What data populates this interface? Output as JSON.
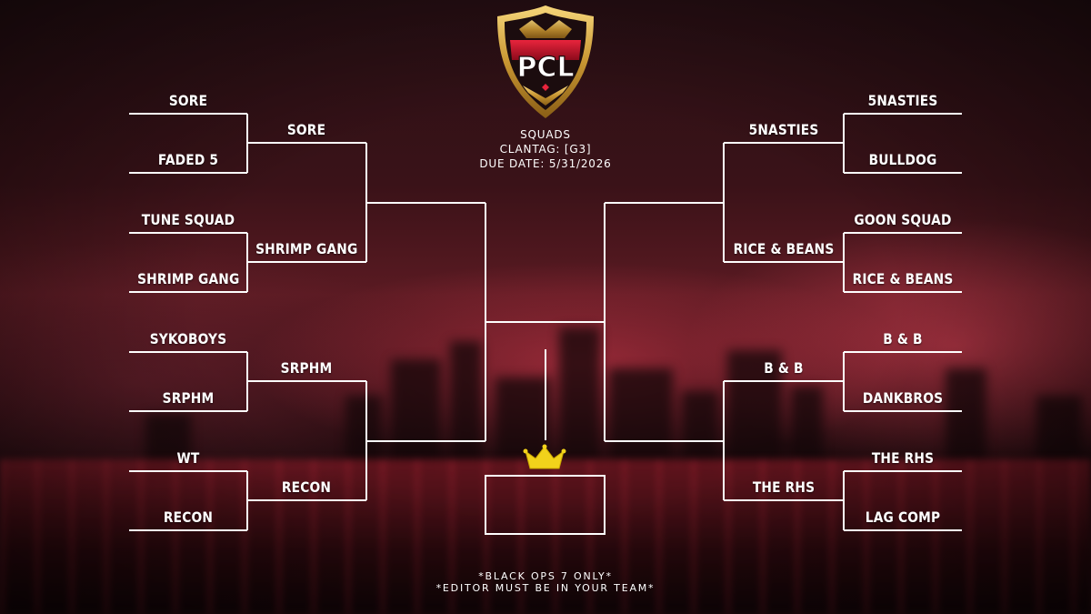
{
  "logo": {
    "text": "PCL"
  },
  "info": {
    "mode": "SQUADS",
    "clantag": "CLANTAG: [G3]",
    "due_date": "DUE DATE: 5/31/2026"
  },
  "bracket": {
    "left": {
      "round1": [
        "SORE",
        "FADED 5",
        "TUNE SQUAD",
        "SHRIMP GANG",
        "SYKOBOYS",
        "SRPHM",
        "WT",
        "RECON"
      ],
      "round2": [
        "SORE",
        "SHRIMP GANG",
        "SRPHM",
        "RECON"
      ]
    },
    "right": {
      "round1": [
        "5NASTIES",
        "BULLDOG",
        "GOON SQUAD",
        "RICE & BEANS",
        "B & B",
        "DANKBROS",
        "THE RHS",
        "LAG COMP"
      ],
      "round2": [
        "5NASTIES",
        "RICE & BEANS",
        "B & B",
        "THE RHS"
      ]
    }
  },
  "footer": {
    "line1": "*BLACK OPS 7 ONLY*",
    "line2": "*EDITOR MUST BE IN YOUR TEAM*"
  },
  "colors": {
    "accent_red": "#c8102e",
    "gold": "#d4a53a",
    "crown_yellow": "#f2d21b",
    "line": "#ffffff"
  },
  "icons": {
    "logo": "pcl-shield-logo",
    "champion": "crown-icon"
  }
}
